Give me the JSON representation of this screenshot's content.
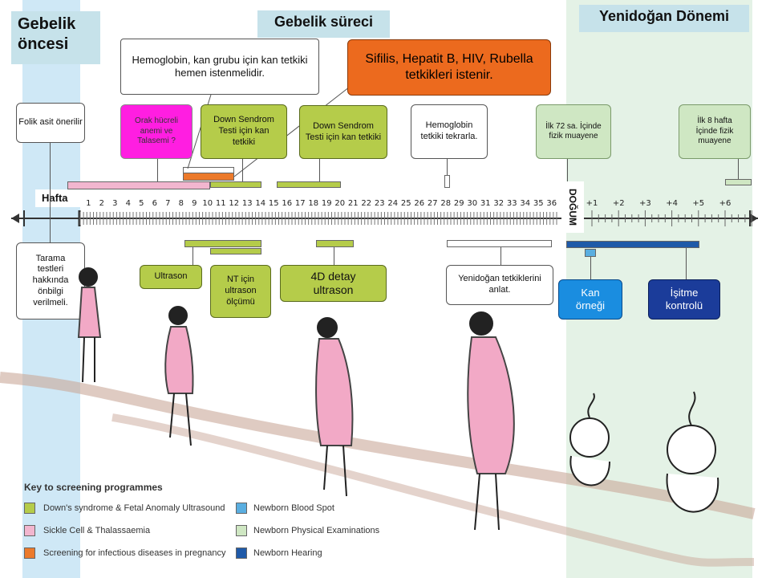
{
  "headers": {
    "pre": "Gebelik öncesi",
    "pregnancy": "Gebelik süreci",
    "newborn": "Yenidoğan Dönemi"
  },
  "timeline": {
    "week_label": "Hafta",
    "birth_label": "DOĞUM",
    "weeks": [
      "1",
      "2",
      "3",
      "4",
      "5",
      "6",
      "7",
      "8",
      "9",
      "10",
      "11",
      "12",
      "13",
      "14",
      "15",
      "16",
      "17",
      "18",
      "19",
      "20",
      "21",
      "22",
      "23",
      "24",
      "25",
      "26",
      "27",
      "28",
      "29",
      "30",
      "31",
      "32",
      "33",
      "34",
      "35",
      "36"
    ],
    "post_weeks": [
      "+1",
      "+2",
      "+3",
      "+4",
      "+5",
      "+6"
    ]
  },
  "top_boxes": {
    "folik": "Folik asit önerilir",
    "hemoglobin_blood": "Hemoglobin, kan grubu için kan tetkiki hemen istenmelidir.",
    "infectious": "Sifilis, Hepatit B, HIV, Rubella tetkikleri istenir.",
    "sickle": "Orak hücreli anemi ve Talasemi ?",
    "down1": "Down Sendrom Testi için kan tetkiki",
    "down2": "Down Sendrom Testi için kan tetkiki",
    "hemoglobin_repeat": "Hemoglobin tetkiki tekrarla.",
    "exam72": "İlk 72 sa. İçinde fizik muayene",
    "exam8w": "İlk 8 hafta İçinde fizik muayene"
  },
  "bottom_boxes": {
    "tarama": "Tarama testleri hakkında önbilgi verilmeli.",
    "ultrason": "Ultrason",
    "nt": "NT için ultrason ölçümü",
    "ultrason4d": "4D detay ultrason",
    "newborn_tests": "Yenidoğan tetkiklerini anlat.",
    "blood_sample": "Kan örneği",
    "hearing": "İşitme kontrolü"
  },
  "key": {
    "title": "Key to screening programmes",
    "items": [
      {
        "label": "Down's syndrome & Fetal Anomaly Ultrasound",
        "color": "#b5cc4a"
      },
      {
        "label": "Sickle Cell & Thalassaemia",
        "color": "#f2b6cf"
      },
      {
        "label": "Screening for infectious diseases in pregnancy",
        "color": "#ec7a2b"
      },
      {
        "label": "Newborn Blood Spot",
        "color": "#5aaee0"
      },
      {
        "label": "Newborn Physical Examinations",
        "color": "#cfe7c3"
      },
      {
        "label": "Newborn Hearing",
        "color": "#1f5aa8"
      }
    ]
  },
  "colors": {
    "green": "#b5cc4a",
    "pink": "#f2b6cf",
    "orange": "#ec7a2b",
    "magenta": "#ff1ee1",
    "blue_spot": "#1a8de0",
    "navy": "#1b3c9a"
  }
}
